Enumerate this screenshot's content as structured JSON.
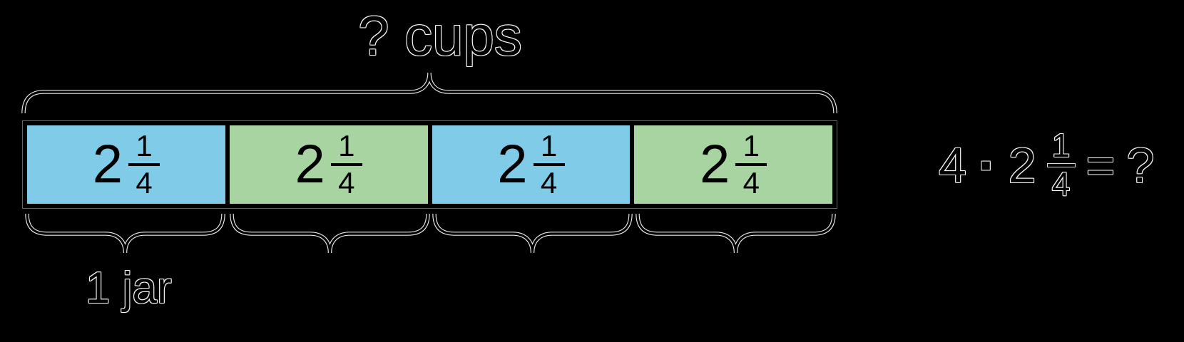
{
  "tape": {
    "total_label": "? cups",
    "group_label": "1 jar",
    "segments": [
      {
        "whole": "2",
        "numerator": "1",
        "denominator": "4",
        "color_name": "blue"
      },
      {
        "whole": "2",
        "numerator": "1",
        "denominator": "4",
        "color_name": "green"
      },
      {
        "whole": "2",
        "numerator": "1",
        "denominator": "4",
        "color_name": "blue"
      },
      {
        "whole": "2",
        "numerator": "1",
        "denominator": "4",
        "color_name": "green"
      }
    ],
    "num_groups": 4,
    "value_per_group": "2 1/4",
    "total": "?"
  },
  "equation": {
    "factor": "4",
    "operator": "·",
    "whole": "2",
    "numerator": "1",
    "denominator": "4",
    "equals": "=",
    "result": "?"
  },
  "colors": {
    "background": "#000000",
    "segment_blue": "#7FCBE8",
    "segment_green": "#A8D4A2",
    "stroke": "#000000",
    "outline": "#FFFFFF"
  }
}
